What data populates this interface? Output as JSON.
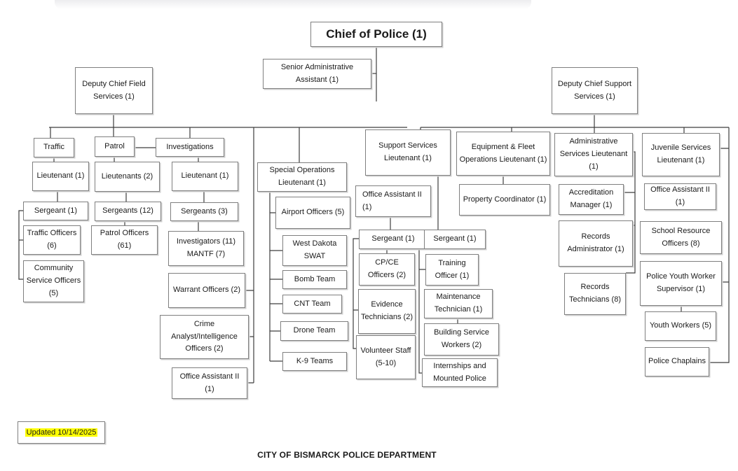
{
  "page": {
    "updated_label": "Updated 10/14/2025",
    "footer_title": "CITY OF BISMARCK POLICE DEPARTMENT"
  },
  "colors": {
    "highlight": "#ffff00",
    "box_border": "#7f7f7f",
    "connector_line": "#3d3d3d"
  },
  "nodes": {
    "chief": "Chief of Police (1)",
    "senior_admin": "Senior Administrative Assistant (1)",
    "dc_field": "Deputy Chief Field Services (1)",
    "dc_support": "Deputy Chief Support Services (1)",
    "traffic": "Traffic",
    "patrol": "Patrol",
    "investigations": "Investigations",
    "traffic_lieutenant": "Lieutenant (1)",
    "patrol_lieutenants": "Lieutenants (2)",
    "inv_lieutenant": "Lieutenant (1)",
    "traffic_sergeant": "Sergeant (1)",
    "patrol_sergeants": "Sergeants (12)",
    "inv_sergeants": "Sergeants (3)",
    "traffic_officers": "Traffic Officers (6)",
    "patrol_officers": "Patrol Officers (61)",
    "investigators": "Investigators (11) MANTF (7)",
    "community_service_officers": "Community Service Officers (5)",
    "warrant_officers": "Warrant Officers (2)",
    "crime_analyst": "Crime Analyst/Intelligence Officers (2)",
    "inv_office_assistant": "Office Assistant II (1)",
    "special_ops_lt": "Special Operations Lieutenant (1)",
    "airport_officers": "Airport Officers (5)",
    "west_dakota_swat": "West Dakota SWAT",
    "bomb_team": "Bomb Team",
    "cnt_team": "CNT Team",
    "drone_team": "Drone Team",
    "k9_teams": "K-9 Teams",
    "support_services_lt": "Support Services Lieutenant (1)",
    "equipment_fleet_lt": "Equipment & Fleet Operations Lieutenant (1)",
    "admin_services_lt": "Administrative Services Lieutenant (1)",
    "juvenile_services_lt": "Juvenile Services Lieutenant (1)",
    "ss_office_assistant": "Office Assistant II (1)",
    "property_coordinator": "Property Coordinator (1)",
    "accreditation_manager": "Accreditation Manager (1)",
    "js_office_assistant": "Office Assistant II (1)",
    "ss_sergeant_1": "Sergeant (1)",
    "ss_sergeant_2": "Sergeant (1)",
    "records_administrator": "Records Administrator (1)",
    "school_resource_officers": "School Resource Officers (8)",
    "cpce_officers": "CP/CE Officers (2)",
    "training_officer": "Training Officer (1)",
    "evidence_technicians": "Evidence Technicians (2)",
    "maintenance_technician": "Maintenance Technician (1)",
    "records_technicians": "Records Technicians (8)",
    "youth_worker_supervisor": "Police Youth Worker Supervisor (1)",
    "building_service_workers": "Building Service Workers (2)",
    "volunteer_staff": "Volunteer Staff (5-10)",
    "internships": "Internships and Mounted Police",
    "youth_workers": "Youth Workers (5)",
    "police_chaplains": "Police Chaplains"
  }
}
